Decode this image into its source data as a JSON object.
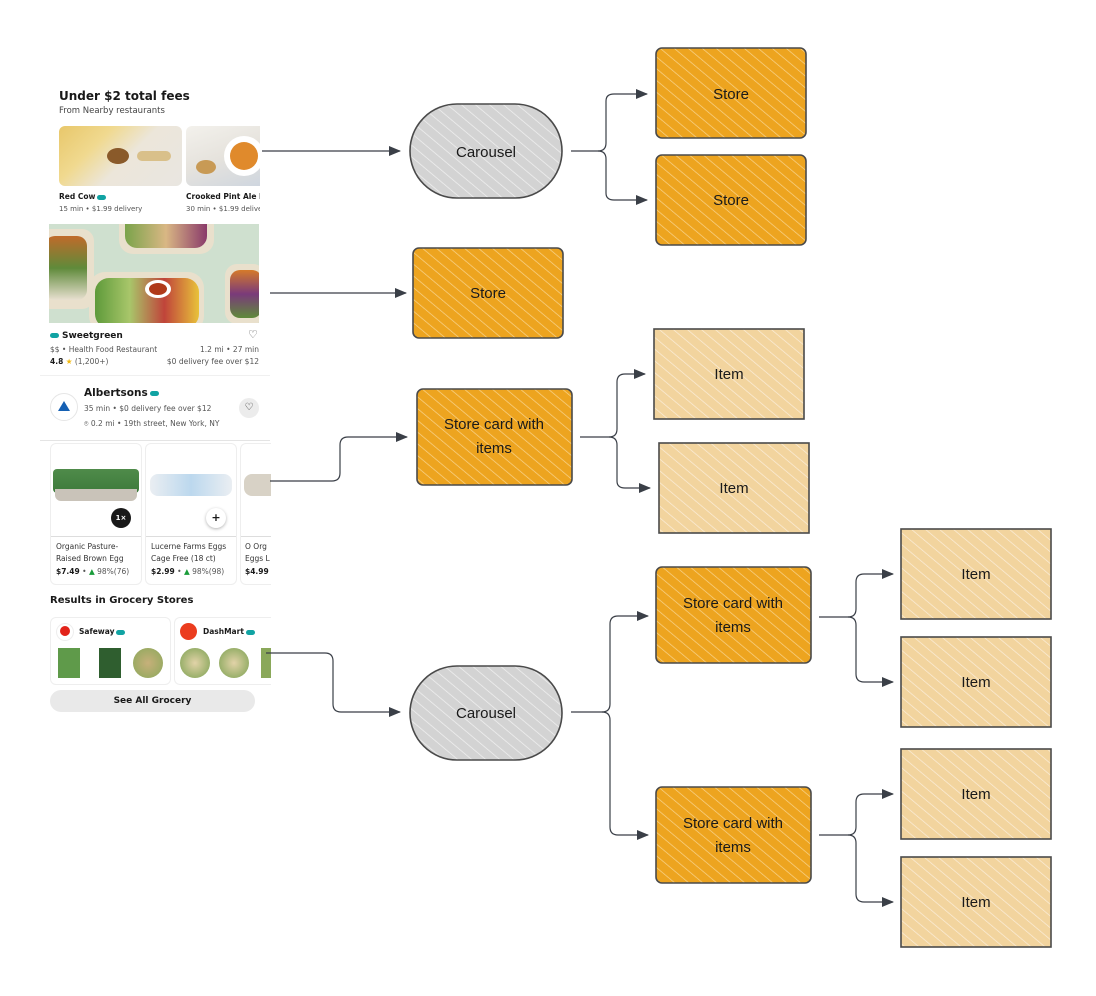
{
  "app_screen": {
    "section1": {
      "title": "Under $2 total fees",
      "subtitle": "From Nearby restaurants",
      "stores": [
        {
          "name": "Red Cow",
          "meta": "15 min • $1.99 delivery"
        },
        {
          "name": "Crooked Pint Ale Ho",
          "meta": "30 min • $1.99 delive"
        }
      ]
    },
    "featured_store": {
      "name": "Sweetgreen",
      "category": "$$ • Health Food Restaurant",
      "distance_time": "1.2 mi • 27 min",
      "rating": "4.8",
      "rating_count": "(1,200+)",
      "fee": "$0 delivery fee over $12"
    },
    "store_card": {
      "name": "Albertsons",
      "line1": "35 min  •  $0 delivery fee over $12",
      "line2": "0.2 mi  •  19th street, New York, NY",
      "items": [
        {
          "title_line1": "Organic Pasture-",
          "title_line2": "Raised Brown Egg",
          "price": "$7.49",
          "rating": "98%(76)",
          "badge": "1×"
        },
        {
          "title_line1": "Lucerne Farms Eggs",
          "title_line2": "Cage Free (18 ct)",
          "price": "$2.99",
          "rating": "98%(98)",
          "badge": "+"
        },
        {
          "title_line1": "O Org",
          "title_line2": "Eggs L",
          "price": "$4.99",
          "rating": "",
          "badge": ""
        }
      ]
    },
    "grocery": {
      "title": "Results in Grocery Stores",
      "stores": [
        {
          "name": "Safeway"
        },
        {
          "name": "DashMart"
        }
      ],
      "see_all": "See All Grocery"
    }
  },
  "diagram": {
    "nodes": [
      {
        "id": "carousel1",
        "label": "Carousel",
        "type": "carousel"
      },
      {
        "id": "store1",
        "label": "Store",
        "type": "store"
      },
      {
        "id": "store2",
        "label": "Store",
        "type": "store"
      },
      {
        "id": "store3",
        "label": "Store",
        "type": "store"
      },
      {
        "id": "storecard1",
        "label_line1": "Store card with",
        "label_line2": "items",
        "type": "store"
      },
      {
        "id": "item1",
        "label": "Item",
        "type": "item"
      },
      {
        "id": "item2",
        "label": "Item",
        "type": "item"
      },
      {
        "id": "carousel2",
        "label": "Carousel",
        "type": "carousel"
      },
      {
        "id": "storecard2",
        "label_line1": "Store card with",
        "label_line2": "items",
        "type": "store"
      },
      {
        "id": "storecard3",
        "label_line1": "Store card with",
        "label_line2": "items",
        "type": "store"
      },
      {
        "id": "item3",
        "label": "Item",
        "type": "item"
      },
      {
        "id": "item4",
        "label": "Item",
        "type": "item"
      },
      {
        "id": "item5",
        "label": "Item",
        "type": "item"
      },
      {
        "id": "item6",
        "label": "Item",
        "type": "item"
      }
    ],
    "colors": {
      "store_fill": "#eda41f",
      "item_fill": "#f2d49e",
      "carousel_fill": "#d3d3d3",
      "edge": "#3a3f47"
    }
  }
}
